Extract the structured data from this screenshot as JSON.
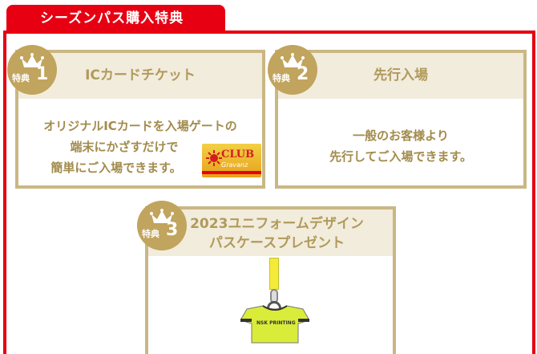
{
  "header": {
    "tab_label": "シーズンパス購入特典"
  },
  "benefits": [
    {
      "badge_label": "特典",
      "badge_number": "1",
      "title": "ICカードチケット",
      "body_lines": [
        "オリジナルICカードを入場ゲートの",
        "端末にかざすだけで",
        "簡単にご入場できます。"
      ],
      "image": {
        "icon": "club-gravanz-card-icon",
        "text": "CLUB",
        "subtext": "Gravanz"
      }
    },
    {
      "badge_label": "特典",
      "badge_number": "2",
      "title": "先行入場",
      "body_lines": [
        "一般のお客様より",
        "先行してご入場できます。"
      ]
    },
    {
      "badge_label": "特典",
      "badge_number": "3",
      "title_lines": [
        "2023ユニフォームデザイン",
        "パスケースプレゼント"
      ],
      "image": {
        "icon": "uniform-pass-case-icon",
        "shirt_text": "NSK PRINTING"
      }
    }
  ],
  "colors": {
    "accent_red": "#e60012",
    "gold": "#c1a45d",
    "beige": "#f2ecdc",
    "text_gold": "#a28b4c"
  }
}
